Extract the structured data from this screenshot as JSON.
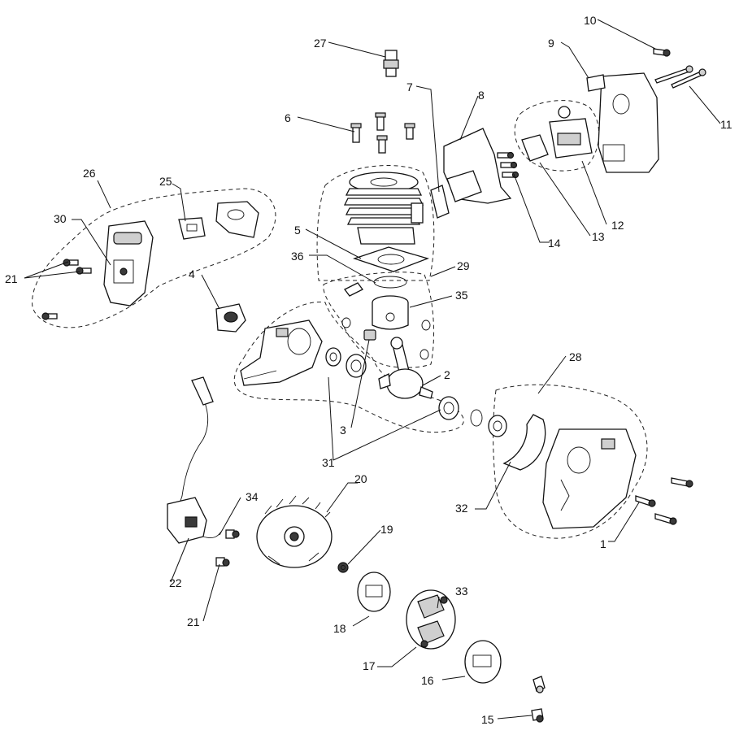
{
  "callouts": {
    "c1": "1",
    "c2": "2",
    "c3": "3",
    "c4": "4",
    "c5": "5",
    "c6": "6",
    "c7": "7",
    "c8": "8",
    "c9": "9",
    "c10": "10",
    "c11": "11",
    "c12": "12",
    "c13": "13",
    "c14": "14",
    "c15": "15",
    "c16": "16",
    "c17": "17",
    "c18": "18",
    "c19": "19",
    "c20": "20",
    "c21a": "21",
    "c21b": "21",
    "c22": "22",
    "c25": "25",
    "c26": "26",
    "c27": "27",
    "c28": "28",
    "c29": "29",
    "c30": "30",
    "c31": "31",
    "c32": "32",
    "c33": "33",
    "c34": "34",
    "c35": "35",
    "c36": "36"
  },
  "colors": {
    "line": "#111111",
    "fill_dark": "#3a3a3a",
    "fill_grey": "#cfcfcf",
    "background": "#ffffff"
  }
}
